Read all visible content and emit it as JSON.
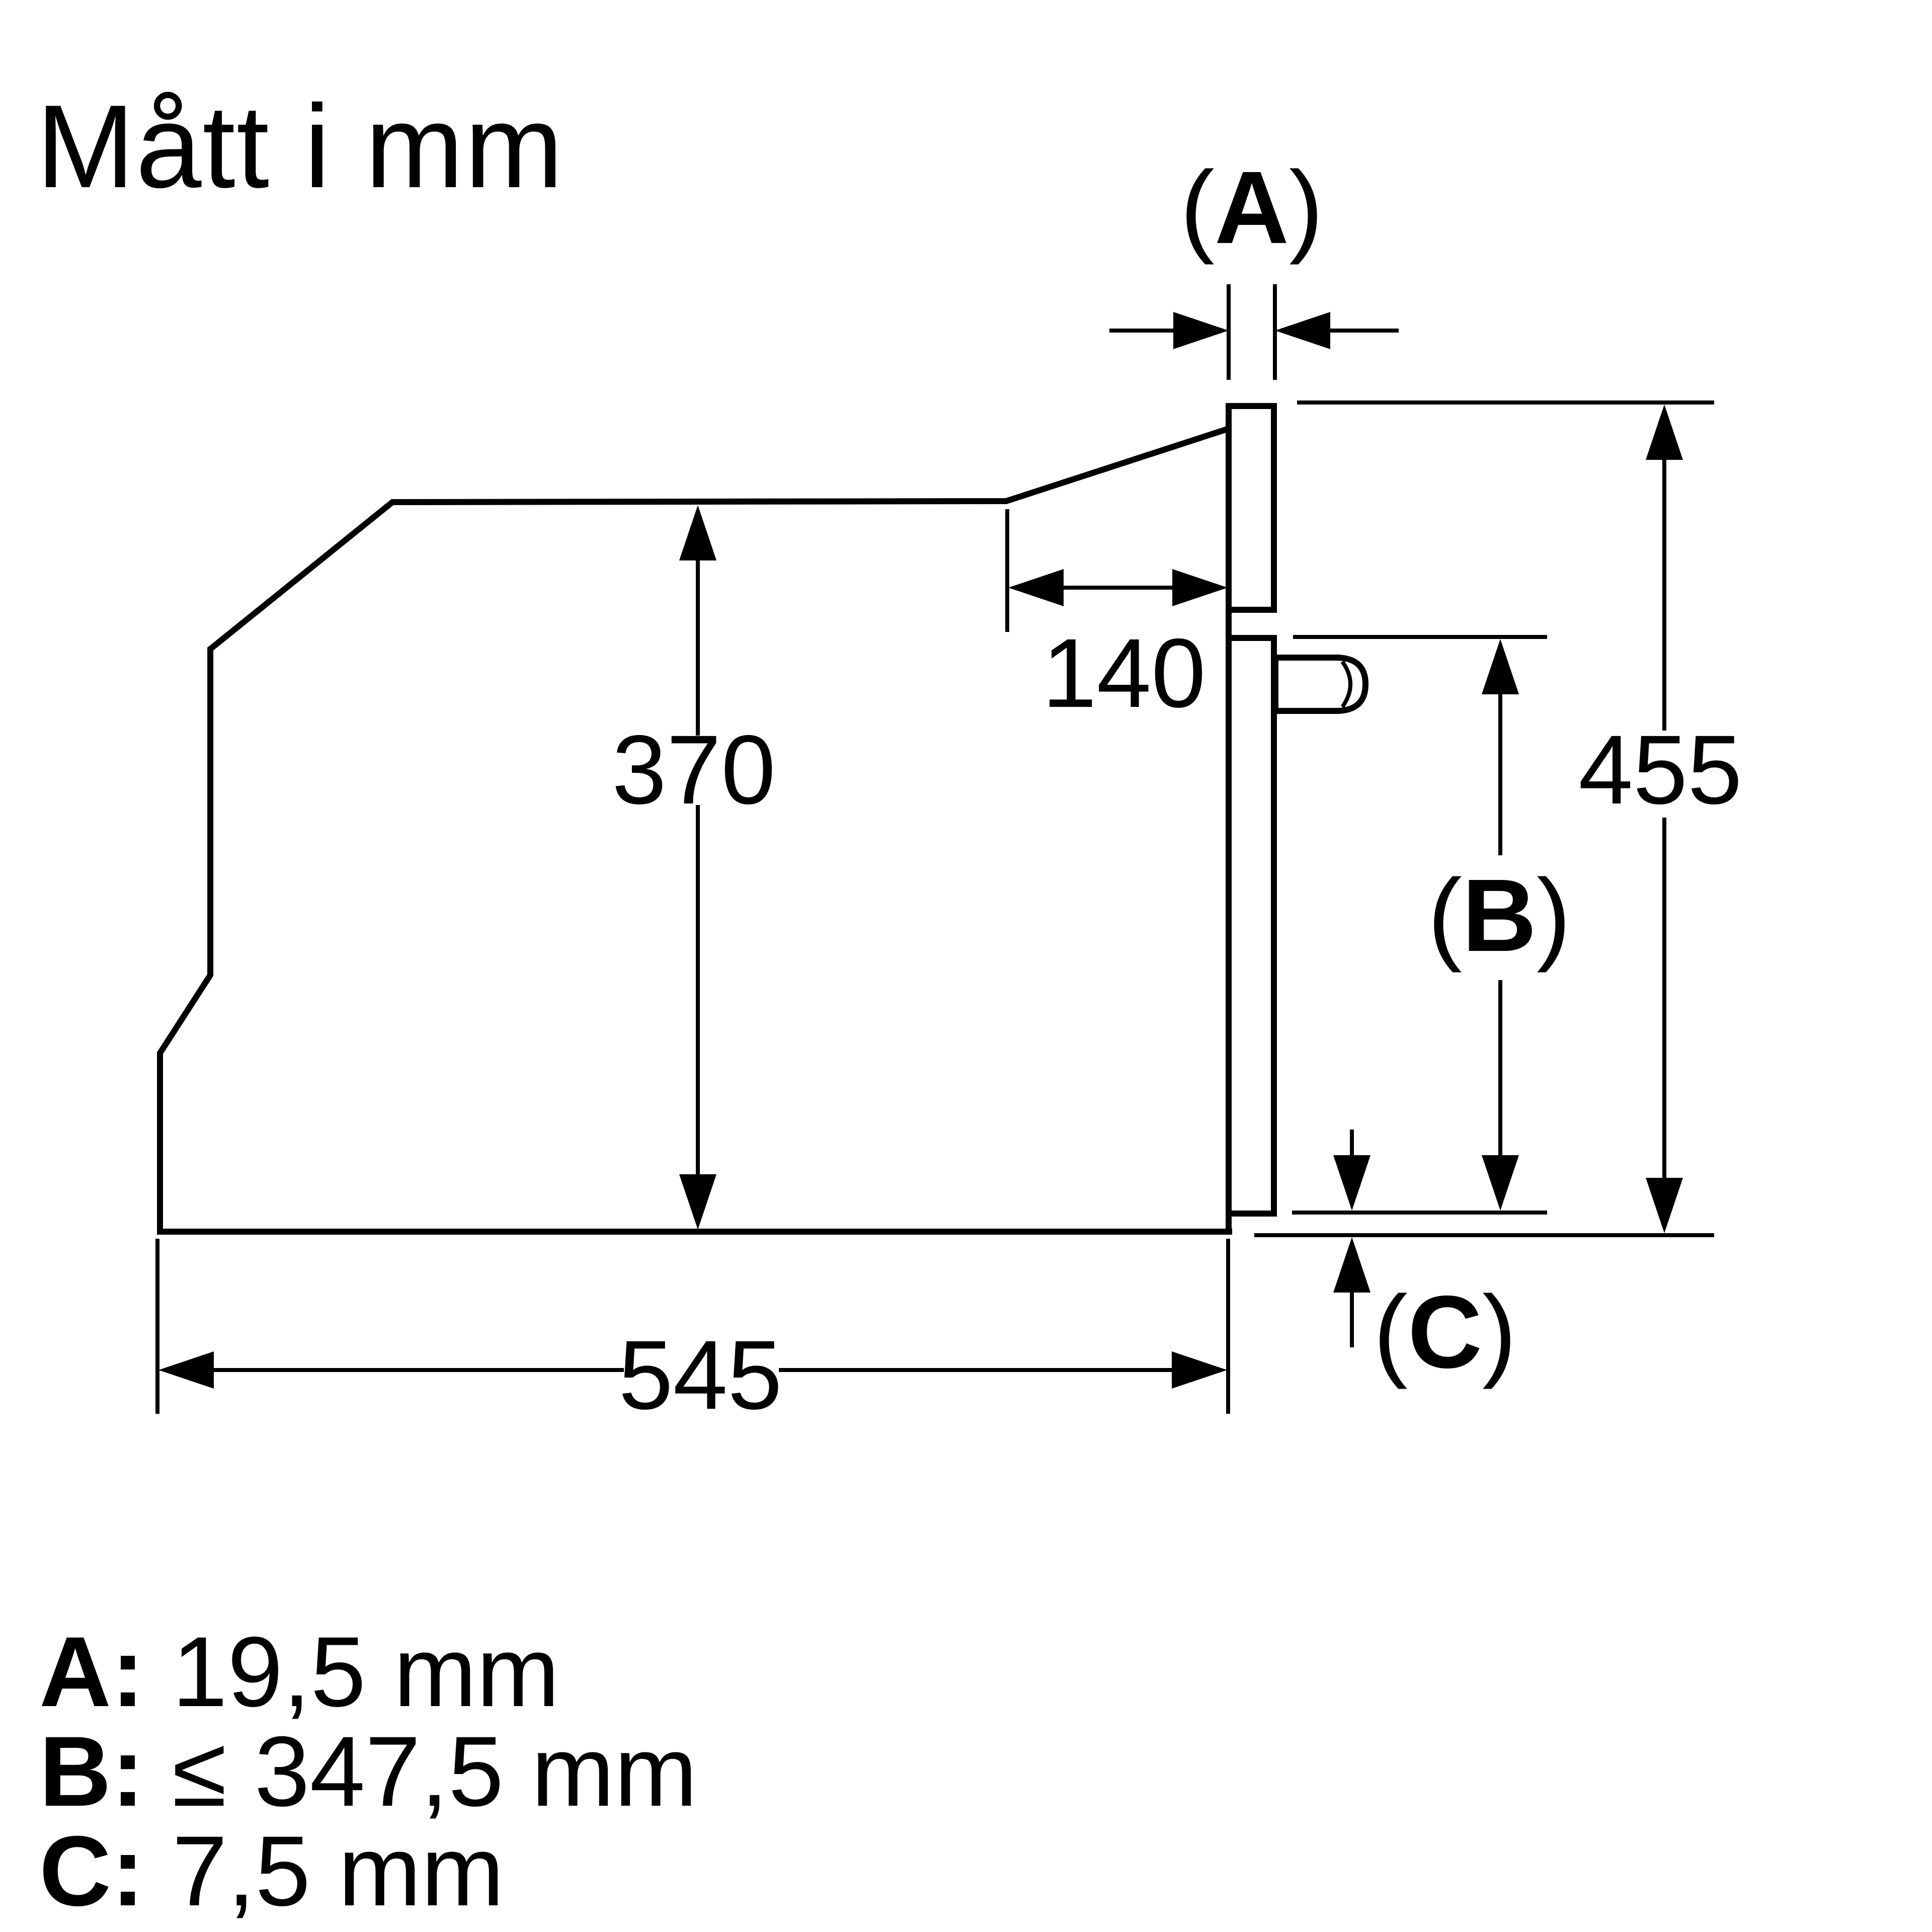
{
  "title": "Mått i mm",
  "diagram": {
    "dimensions": {
      "gap_a": {
        "open": "(",
        "letter": "A",
        "close": ")"
      },
      "depth_rear": {
        "value": "140"
      },
      "height_body": {
        "value": "370"
      },
      "height_total": {
        "value": "455"
      },
      "gap_b": {
        "open": "(",
        "letter": "B",
        "close": ")"
      },
      "gap_c": {
        "open": "(",
        "letter": "C",
        "close": ")"
      },
      "width_body": {
        "value": "545"
      }
    },
    "legend": {
      "rows": [
        {
          "key": "A:",
          "value": "19,5 mm"
        },
        {
          "key": "B:",
          "value": "≤ 347,5 mm"
        },
        {
          "key": "C:",
          "value": "7,5 mm"
        }
      ]
    },
    "colors": {
      "ink": "#000000",
      "background": "#ffffff"
    }
  }
}
